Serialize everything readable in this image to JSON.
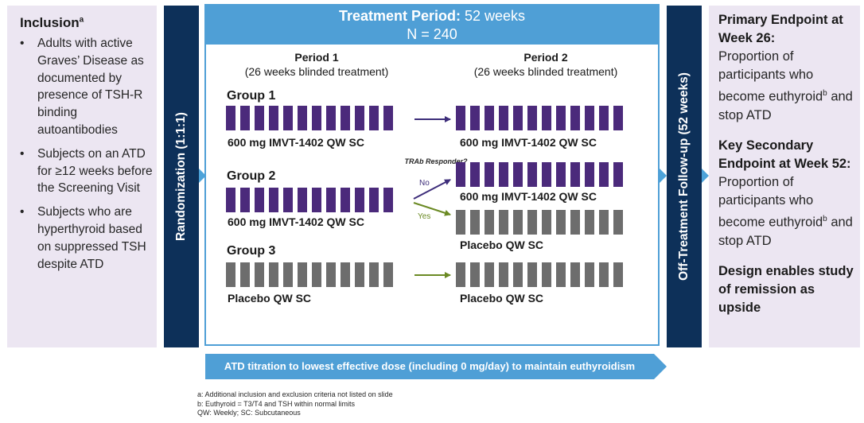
{
  "inclusion": {
    "title": "Inclusion",
    "title_sup": "a",
    "items": [
      "Adults with active Graves’ Disease as documented by presence of TSH-R binding autoantibodies",
      "Subjects on an ATD for ≥12 weeks before the Screening Visit",
      "Subjects who are hyperthyroid based on suppressed TSH despite ATD"
    ]
  },
  "randomization": {
    "label": "Randomization (1:1:1)"
  },
  "treatment": {
    "title_bold": "Treatment Period:",
    "title_rest": " 52 weeks",
    "n": "N = 240",
    "period1": {
      "title": "Period 1",
      "sub": "(26 weeks blinded treatment)"
    },
    "period2": {
      "title": "Period 2",
      "sub": "(26 weeks blinded treatment)"
    }
  },
  "groups": {
    "g1": {
      "label": "Group 1",
      "p1_arm": "600 mg IMVT-1402 QW SC",
      "p2_arm": "600 mg IMVT-1402 QW SC"
    },
    "g2": {
      "label": "Group 2",
      "p1_arm": "600 mg IMVT-1402 QW SC",
      "p2_arm_no": "600 mg IMVT-1402 QW SC",
      "p2_arm_yes": "Placebo QW SC",
      "question": "TRAb Responder?",
      "no": "No",
      "yes": "Yes"
    },
    "g3": {
      "label": "Group 3",
      "p1_arm": "Placebo QW SC",
      "p2_arm": "Placebo QW SC"
    }
  },
  "follow_up": {
    "label": "Off-Treatment Follow-up (52 weeks)"
  },
  "endpoints": {
    "primary_title": "Primary Endpoint at Week 26:",
    "primary_text": "Proportion of participants who become euthyroid",
    "primary_sup": "b",
    "primary_tail": " and stop ATD",
    "secondary_title": "Key Secondary Endpoint at Week 52:",
    "secondary_text": "Proportion of participants who become euthyroid",
    "secondary_sup": "b",
    "secondary_tail": " and stop ATD",
    "design": "Design enables study of remission as upside"
  },
  "atd": {
    "label": "ATD titration to lowest effective dose (including 0 mg/day) to maintain euthyroidism"
  },
  "footnotes": [
    "a: Additional inclusion and exclusion criteria not listed on slide",
    "b: Euthyroid = T3/T4 and TSH within normal limits",
    "QW: Weekly; SC: Subcutaneous"
  ],
  "colors": {
    "dark_navy": "#0d3059",
    "blue": "#4f9fd6",
    "lavender": "#ece6f2",
    "purple_block": "#4b2a7b",
    "gray_block": "#6d6d6d",
    "green_arrow": "#6b8a24"
  }
}
